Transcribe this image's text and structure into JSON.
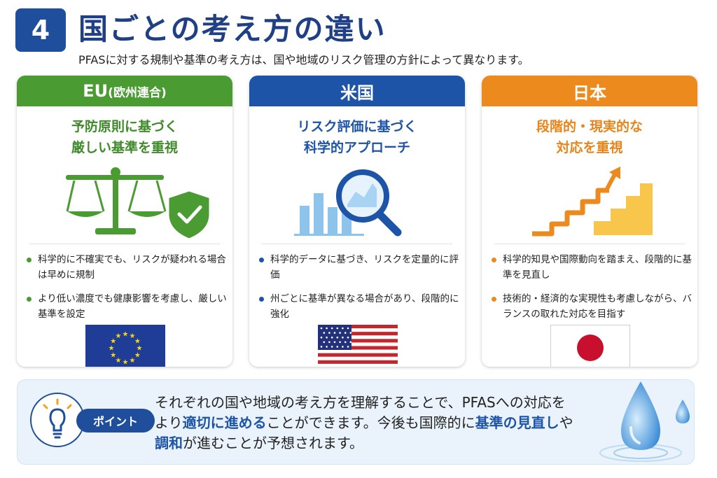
{
  "header": {
    "number": "4",
    "title": "国ごとの考え方の違い",
    "subtitle": "PFASに対する規制や基準の考え方は、国や地域のリスク管理の方針によって異なります。"
  },
  "cards": [
    {
      "region": "EU",
      "region_sub": "(欧州連合)",
      "tagline_1": "予防原則に基づく",
      "tagline_2": "厳しい基準を重視",
      "bullets": [
        "科学的に不確実でも、リスクが疑われる場合は早めに規制",
        "より低い濃度でも健康影響を考慮し、厳しい基準を設定"
      ],
      "color": "#4a9b32",
      "illustration": "scales-shield-icon",
      "flag": "eu-flag"
    },
    {
      "region": "米国",
      "tagline_1": "リスク評価に基づく",
      "tagline_2": "科学的アプローチ",
      "bullets": [
        "科学的データに基づき、リスクを定量的に評価",
        "州ごとに基準が異なる場合があり、段階的に強化"
      ],
      "color": "#1d54a8",
      "illustration": "chart-magnifier-icon",
      "flag": "us-flag"
    },
    {
      "region": "日本",
      "tagline_1": "段階的・現実的な",
      "tagline_2": "対応を重視",
      "bullets": [
        "科学的知見や国際動向を踏まえ、段階的に基準を見直し",
        "技術的・経済的な実現性も考慮しながら、バランスの取れた対応を目指す"
      ],
      "color": "#ec8a1e",
      "illustration": "rising-stairs-icon",
      "flag": "japan-flag"
    }
  ],
  "point": {
    "label": "ポイント",
    "icon": "lightbulb-icon",
    "text_1": "それぞれの国や地域の考え方を理解することで、PFASへの対応を",
    "text_2a": "より",
    "text_2b": "適切に進める",
    "text_2c": "ことができます。今後も国際的に",
    "text_2d": "基準の見直し",
    "text_2e": "や",
    "text_3a": "調和",
    "text_3b": "が進むことが予想されます。",
    "highlight_color": "#1d54a8",
    "decoration": "water-drop-icon"
  }
}
